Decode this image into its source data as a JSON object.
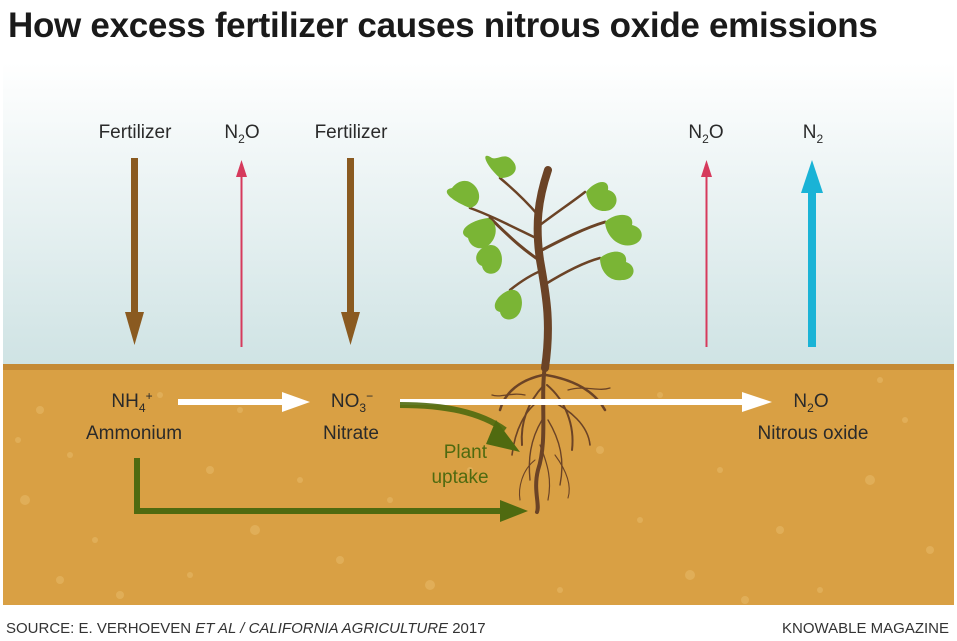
{
  "title": "How excess fertilizer causes nitrous oxide emissions",
  "inputs": {
    "fertilizer_1": "Fertilizer",
    "fertilizer_2": "Fertilizer",
    "n2o_1": {
      "base": "N",
      "sub": "2",
      "tail": "O"
    },
    "n2o_2": {
      "base": "N",
      "sub": "2",
      "tail": "O"
    },
    "n2": {
      "base": "N",
      "sub": "2"
    }
  },
  "soil": {
    "ammonium": {
      "formula_base": "NH",
      "formula_sub": "4",
      "formula_sup": "+",
      "name": "Ammonium"
    },
    "nitrate": {
      "formula_base": "NO",
      "formula_sub": "3",
      "formula_sup": "−",
      "name": "Nitrate"
    },
    "nitrous_oxide": {
      "formula_base": "N",
      "formula_sub": "2",
      "formula_tail": "O",
      "name": "Nitrous oxide"
    },
    "plant_uptake": [
      "Plant",
      "uptake"
    ]
  },
  "footer": {
    "source_prefix": "SOURCE: E. VERHOEVEN ",
    "source_italic": "ET AL / CALIFORNIA AGRICULTURE",
    "source_year": " 2017",
    "publisher": "KNOWABLE MAGAZINE"
  },
  "colors": {
    "sky_top": "#ffffff",
    "sky_bottom": "#cfe3e4",
    "soil": "#d9a044",
    "soil_line": "#c58a35",
    "fertilizer_arrow": "#8a5a20",
    "n2o_arrow": "#d63a5c",
    "n2_arrow": "#1ab3d6",
    "uptake_arrow": "#4f6a10",
    "leaf": "#7ab535",
    "stem": "#6b4326"
  }
}
